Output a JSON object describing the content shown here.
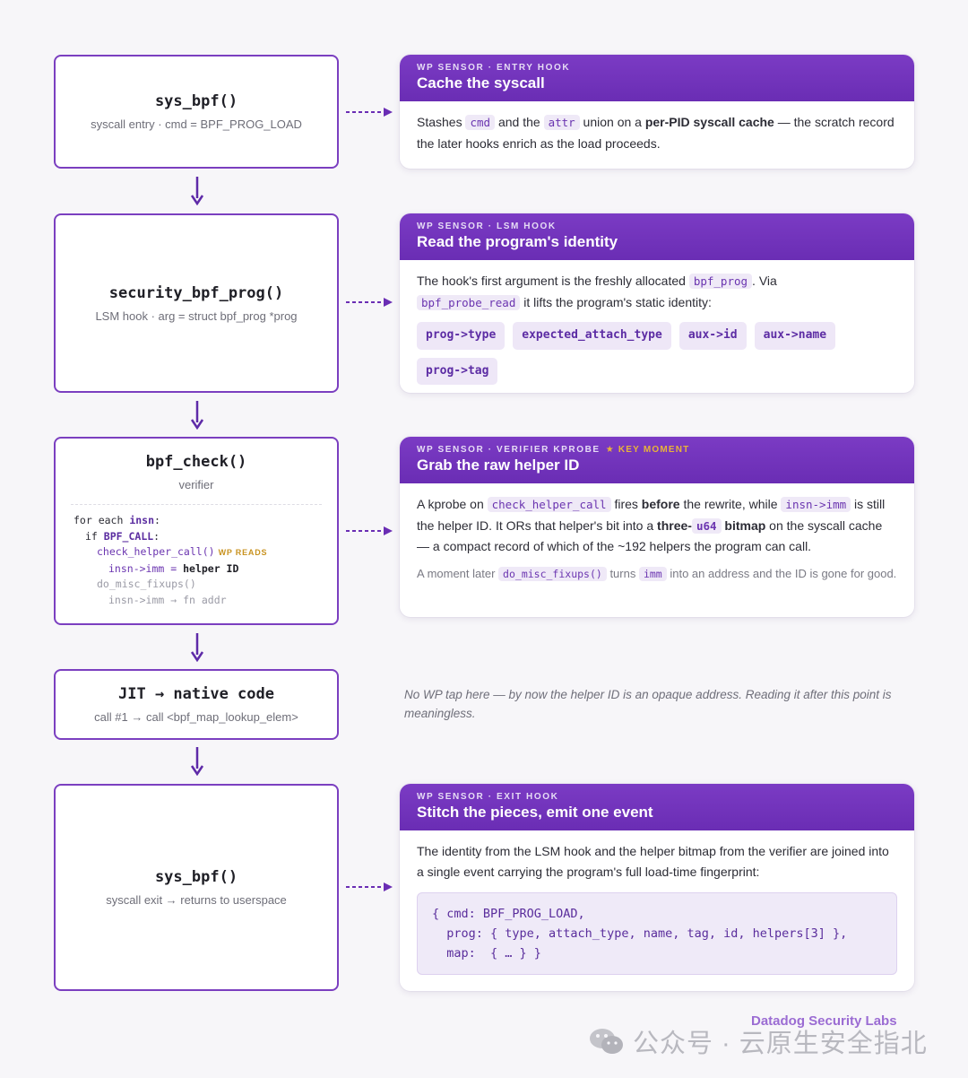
{
  "stages": [
    {
      "name": "sys_bpf()",
      "sub": "syscall entry · cmd = BPF_PROG_LOAD"
    },
    {
      "name": "security_bpf_prog()",
      "sub": "LSM hook · arg = struct bpf_prog *prog"
    },
    {
      "name": "bpf_check()",
      "sub": "verifier",
      "pseudo": {
        "l1a": "for each ",
        "l1b": "insn",
        "l1c": ":",
        "l2a": "if ",
        "l2b": "BPF_CALL",
        "l2c": ":",
        "l3a": "check_helper_call()",
        "l3b": "WP READS",
        "l4a": "insn->imm = ",
        "l4b": "helper ID",
        "l5": "do_misc_fixups()",
        "l6": "insn->imm → fn addr"
      }
    },
    {
      "name": "JIT → native code",
      "sub": "call #1 → call <bpf_map_lookup_elem>"
    },
    {
      "name": "sys_bpf()",
      "sub": "syscall exit → returns to userspace"
    }
  ],
  "cards": {
    "entry": {
      "kicker": "WP SENSOR · ENTRY HOOK",
      "title": "Cache the syscall",
      "t1": "Stashes ",
      "c1": "cmd",
      "t2": " and the ",
      "c2": "attr",
      "t3": " union on a ",
      "b1": "per-PID syscall cache",
      "t4": " — the scratch record the later hooks enrich as the load proceeds."
    },
    "lsm": {
      "kicker": "WP SENSOR · LSM HOOK",
      "title": "Read the program's identity",
      "t1": "The hook's first argument is the freshly allocated ",
      "c1": "bpf_prog",
      "t2": ". Via ",
      "c2": "bpf_probe_read",
      "t3": " it lifts the program's static identity:",
      "chips": [
        "prog->type",
        "expected_attach_type",
        "aux->id",
        "aux->name",
        "prog->tag"
      ]
    },
    "verifier": {
      "kicker": "WP SENSOR · VERIFIER KPROBE",
      "key": "★ KEY MOMENT",
      "title": "Grab the raw helper ID",
      "t1": "A kprobe on ",
      "c1": "check_helper_call",
      "t2": " fires ",
      "b1": "before",
      "t3": " the rewrite, while ",
      "c2": "insn->imm",
      "t4": " is still the helper ID. It ORs that helper's bit into a ",
      "b2": "three-",
      "c3": "u64",
      "b3": " bitmap",
      "t5": " on the syscall cache — a compact record of which of the ~192 helpers the program can call.",
      "m1": "A moment later ",
      "mc1": "do_misc_fixups()",
      "m2": " turns ",
      "mc2": "imm",
      "m3": " into an address and the ID is gone for good."
    },
    "exit": {
      "kicker": "WP SENSOR · EXIT HOOK",
      "title": "Stitch the pieces, emit one event",
      "t1": "The identity from the LSM hook and the helper bitmap from the verifier are joined into a single event carrying the program's full load-time fingerprint:",
      "code": "{ cmd: BPF_PROG_LOAD,\n  prog: { type, attach_type, name, tag, id, helpers[3] },\n  map:  { … } }"
    }
  },
  "note": "No WP tap here — by now the helper ID is an opaque address. Reading it after this point is meaningless.",
  "watermark": {
    "brand": "Datadog Security Labs",
    "text": "公众号 · 云原生安全指北"
  },
  "colors": {
    "accent": "#7b3fc0",
    "header": "#6a2db4",
    "key": "#e8b339"
  }
}
